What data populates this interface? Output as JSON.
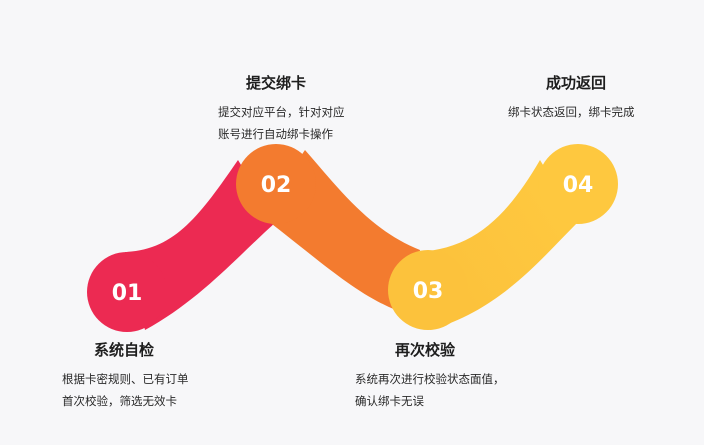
{
  "colors": {
    "step1": "#ec2a52",
    "step2": "#f37b2f",
    "step3": "#fcc23c",
    "step4": "#fec83f"
  },
  "steps": [
    {
      "number": "01",
      "title": "系统自检",
      "desc": [
        "根据卡密规则、已有订单",
        "首次校验，筛选无效卡"
      ]
    },
    {
      "number": "02",
      "title": "提交绑卡",
      "desc": [
        "提交对应平台，针对对应",
        "账号进行自动绑卡操作"
      ]
    },
    {
      "number": "03",
      "title": "再次校验",
      "desc": [
        "系统再次进行校验状态面值，",
        "确认绑卡无误"
      ]
    },
    {
      "number": "04",
      "title": "成功返回",
      "desc": [
        "绑卡状态返回，绑卡完成"
      ]
    }
  ]
}
